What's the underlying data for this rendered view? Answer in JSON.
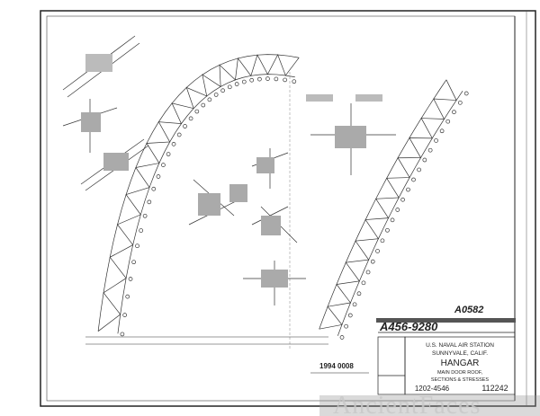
{
  "title_block": {
    "handwritten_number": "A456-9280",
    "handwritten_code": "A0582",
    "station": "U.S. NAVAL AIR STATION",
    "location": "SUNNYVALE, CALIF.",
    "building": "HANGAR",
    "subtitle_1": "MAIN DOOR ROOF,",
    "subtitle_2": "SECTIONS & STRESSES",
    "drawing_number": "112242",
    "file_number": "1202-4546"
  },
  "stamp_text": "1994 0008",
  "watermark": "AncientFaces"
}
